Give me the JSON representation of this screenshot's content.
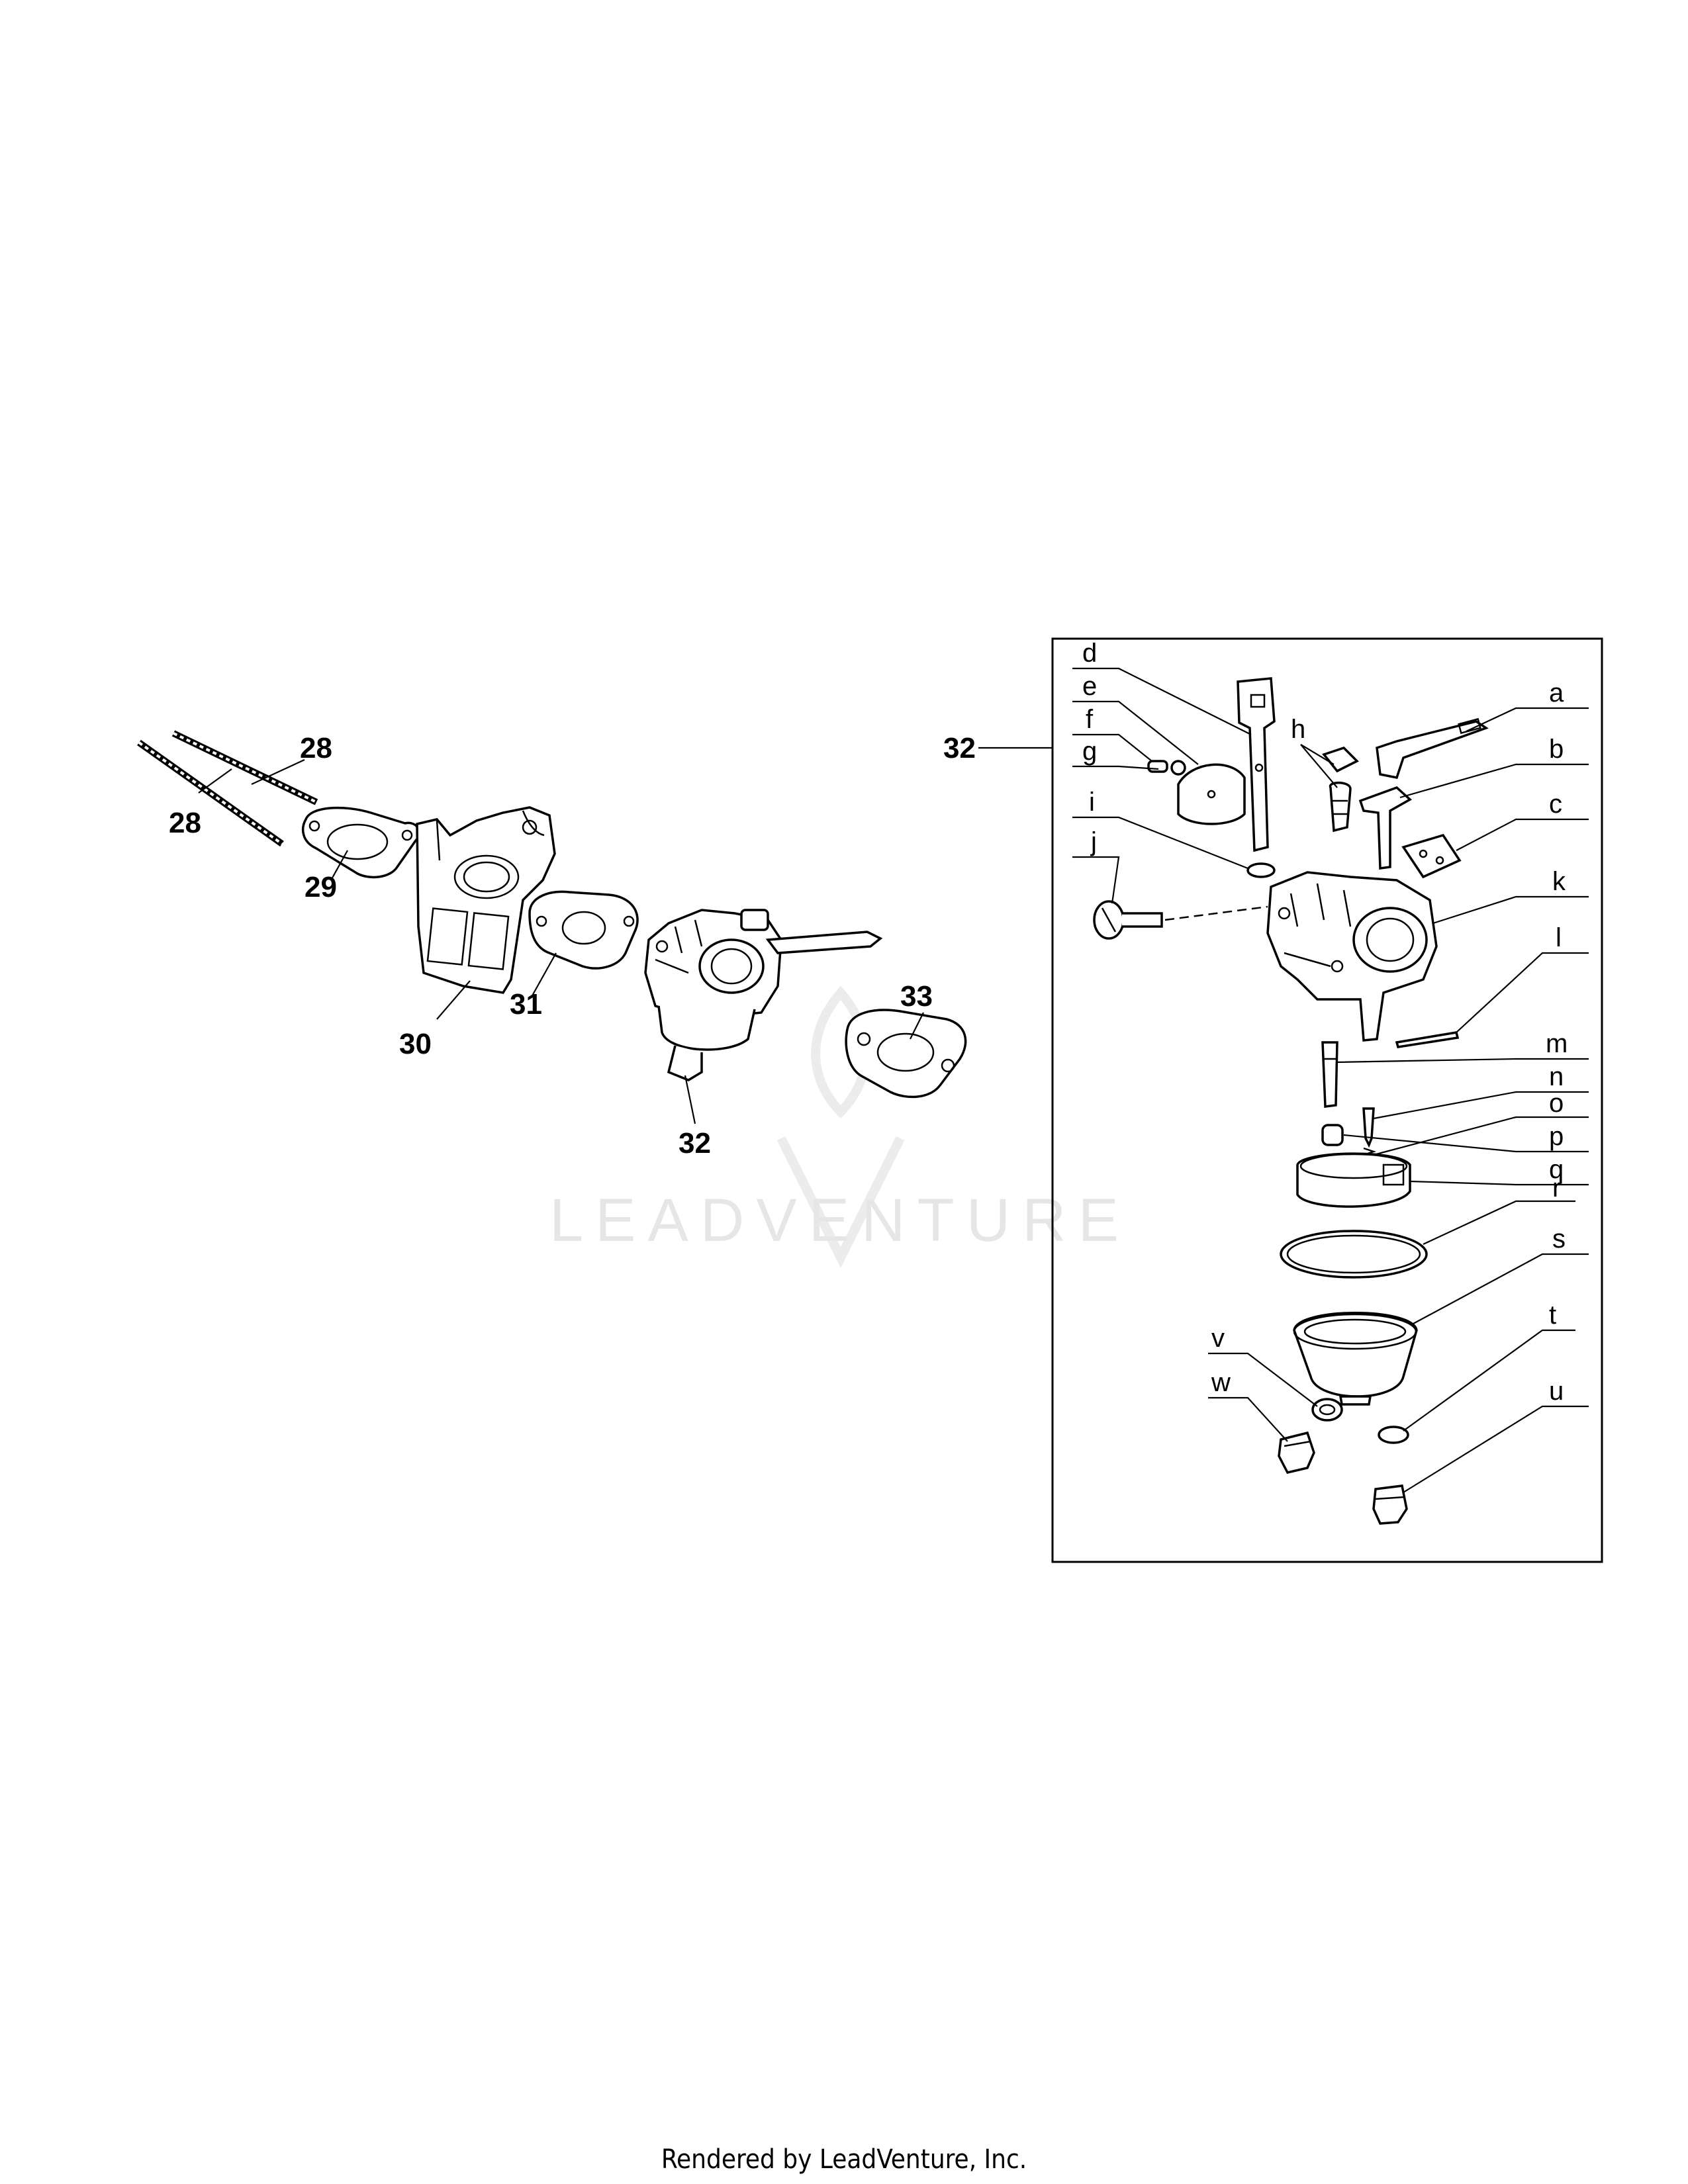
{
  "watermark": {
    "text": "LEADVENTURE"
  },
  "footer": {
    "text": "Rendered by LeadVenture, Inc."
  },
  "main_callouts": {
    "c28a": "28",
    "c28b": "28",
    "c29": "29",
    "c30": "30",
    "c31": "31",
    "c32": "32",
    "c33": "33",
    "c32_detail": "32"
  },
  "detail_callouts": {
    "a": "a",
    "b": "b",
    "c": "c",
    "d": "d",
    "e": "e",
    "f": "f",
    "g": "g",
    "h": "h",
    "i": "i",
    "j": "j",
    "k": "k",
    "l": "l",
    "m": "m",
    "n": "n",
    "o": "o",
    "p": "p",
    "q": "q",
    "r": "r",
    "s": "s",
    "t": "t",
    "u": "u",
    "v": "v",
    "w": "w"
  }
}
